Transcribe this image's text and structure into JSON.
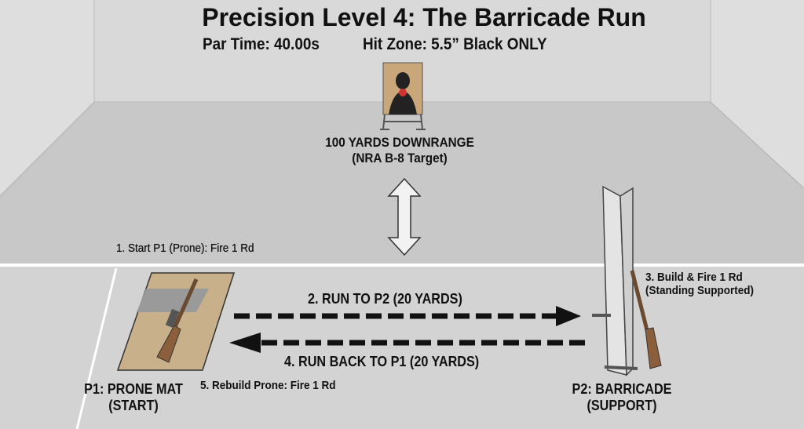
{
  "title": "Precision Level 4: The Barricade Run",
  "subtitle_par": "Par Time: 40.00s",
  "subtitle_zone": "Hit Zone: 5.5” Black ONLY",
  "target": {
    "line1": "100 YARDS DOWNRANGE",
    "line2": "(NRA B-8 Target)"
  },
  "steps": {
    "s1": "1. Start P1 (Prone): Fire 1 Rd",
    "s2": "2. RUN TO P2 (20 YARDS)",
    "s3a": "3. Build & Fire 1 Rd",
    "s3b": "(Standing Supported)",
    "s4": "4. RUN BACK TO P1 (20 YARDS)",
    "s5": "5. Rebuild Prone: Fire 1 Rd"
  },
  "p1": {
    "line1": "P1: PRONE MAT",
    "line2": "(START)"
  },
  "p2": {
    "line1": "P2: BARRICADE",
    "line2": "(SUPPORT)"
  }
}
